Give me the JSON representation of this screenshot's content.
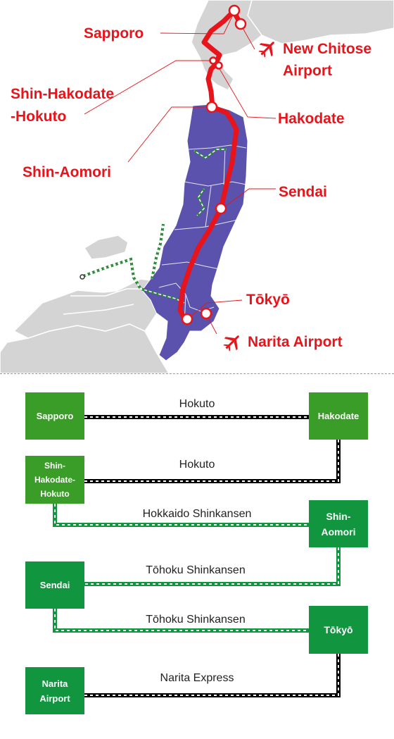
{
  "colors": {
    "route_red": "#e8141b",
    "region_blue": "#5a52ac",
    "land_gray": "#d4d4d4",
    "shinkansen_green": "#11953f",
    "limited_express_black": "#000000"
  },
  "map": {
    "labels": {
      "sapporo": "Sapporo",
      "new_chitose_line1": "New Chitose",
      "new_chitose_line2": "Airport",
      "shin_hakodate_line1": "Shin-Hakodate",
      "shin_hakodate_line2": "-Hokuto",
      "hakodate": "Hakodate",
      "shin_aomori": "Shin-Aomori",
      "sendai": "Sendai",
      "tokyo": "Tōkyō",
      "narita": "Narita Airport"
    },
    "icons": {
      "airport": "airplane-icon",
      "station": "station-circle-icon"
    }
  },
  "route": {
    "stations": {
      "sapporo": "Sapporo",
      "hakodate": "Hakodate",
      "shin_hakodate_1": "Shin-",
      "shin_hakodate_2": "Hakodate-",
      "shin_hakodate_3": "Hokuto",
      "shin_aomori_1": "Shin-",
      "shin_aomori_2": "Aomori",
      "sendai": "Sendai",
      "tokyo": "Tōkyō",
      "narita_1": "Narita",
      "narita_2": "Airport"
    },
    "trains": {
      "hokuto_1": "Hokuto",
      "hokuto_2": "Hokuto",
      "hokkaido_shinkansen": "Hokkaido Shinkansen",
      "tohoku_shinkansen_1": "Tōhoku Shinkansen",
      "tohoku_shinkansen_2": "Tōhoku Shinkansen",
      "narita_express": "Narita Express"
    }
  }
}
